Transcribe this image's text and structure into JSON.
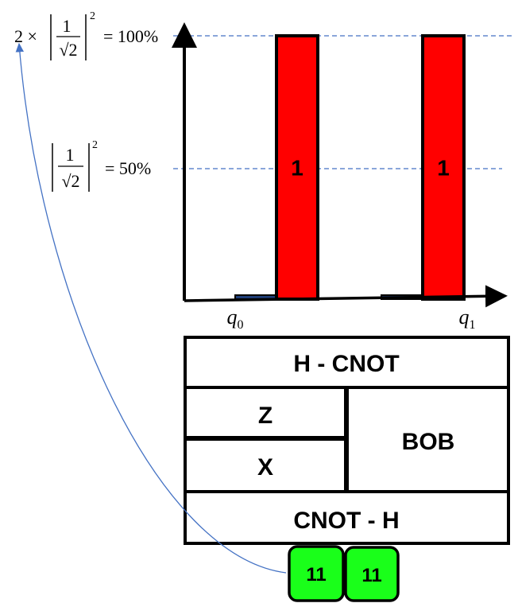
{
  "equations": {
    "top": {
      "prefix": "2 ×",
      "numerator": "1",
      "root": "√2",
      "exponent": "2",
      "suffix": "= 100%"
    },
    "mid": {
      "numerator": "1",
      "root": "√2",
      "exponent": "2",
      "suffix": "= 50%"
    }
  },
  "chart_data": {
    "type": "bar",
    "categories": [
      "q0",
      "q1"
    ],
    "series": [
      {
        "values": [
          0,
          0
        ],
        "color": "#1f3f7a"
      },
      {
        "values": [
          100,
          100
        ],
        "color": "#ff0000",
        "labels": [
          "1",
          "1"
        ]
      }
    ],
    "ylim": [
      0,
      100
    ],
    "reference_lines": [
      100,
      50
    ],
    "tick_labels": [
      {
        "base": "q",
        "sub": "0"
      },
      {
        "base": "q",
        "sub": "1"
      }
    ]
  },
  "protocol_table": {
    "header": "H - CNOT",
    "left_top": "Z",
    "left_bottom": "X",
    "right": "BOB",
    "footer": "CNOT - H"
  },
  "result_boxes": [
    "11",
    "11"
  ],
  "colors": {
    "bar": "#ff0000",
    "zero_bar": "#1f3f7a",
    "result": "#1aff1a",
    "guide": "#4472c4",
    "arrow": "#4472c4"
  }
}
